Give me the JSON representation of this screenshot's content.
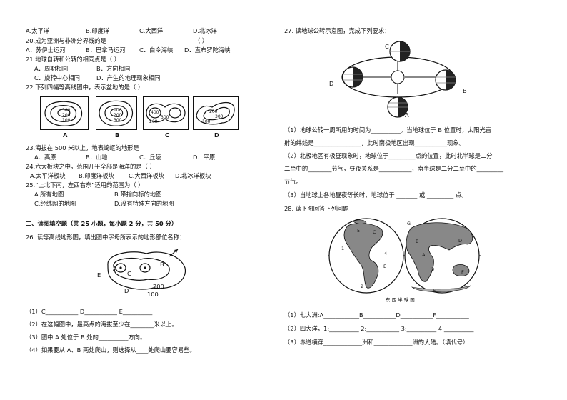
{
  "left": {
    "q19_options": [
      "A.太平洋",
      "B.印度洋",
      "C.大西洋",
      "D.北冰洋"
    ],
    "q20": {
      "stem": "20.成为亚洲与非洲分界线的是",
      "blank": "（        ）",
      "options": [
        "A．苏伊士运河",
        "B．巴拿马运河",
        "C．白令海峡",
        "D．直布罗陀海峡"
      ]
    },
    "q21": {
      "stem": "21.地球自转和公转的相同点是（     ）",
      "options": [
        "A．周期相同",
        "B．方向相同",
        "C．旋转中心相同",
        "D．产生的地理现象相同"
      ]
    },
    "q22": {
      "stem": "22.下列四幅等高线图中，表示盆地的是（     ）",
      "maps": [
        {
          "letter": "A",
          "labels": [
            "300",
            "200",
            "100"
          ]
        },
        {
          "letter": "B",
          "labels": [
            "100",
            "200",
            "300"
          ]
        },
        {
          "letter": "C",
          "labels": [
            "400",
            "300",
            "200"
          ]
        },
        {
          "letter": "D",
          "labels": [
            "200",
            "300",
            "100"
          ]
        }
      ]
    },
    "q23": {
      "stem": "23.海拔在 500 米以上，地表崎岖的地形是",
      "options": [
        "A．高原",
        "B．山地",
        "C．丘陵",
        "D．平原"
      ]
    },
    "q24": {
      "stem": "24.六大板块之中，范围几乎全部是海洋的是（       ）",
      "options": [
        "A.太平洋板块",
        "B.印度洋板块",
        "C.大西洋板块",
        "D.北冰洋板块"
      ]
    },
    "q25": {
      "stem": "25.“上北下南，左西右东”适用的范围为（     ）",
      "options": [
        "A.所有地图",
        "B.带指向标的地图",
        "C.经纬网的地图",
        "D.没有特殊方向的地图"
      ]
    },
    "section2": "二、读图填空题（共 25 小题，每小题 2 分，共 50 分）",
    "q26": {
      "stem": "26.  读等高线地形图，填出图中字母所表示的地形部位名称：",
      "map_labels": [
        "A",
        "B",
        "C",
        "D",
        "E",
        "200",
        "100"
      ],
      "a1": "（1）C___________  D___________  E__________",
      "a2": "（2）在这幅图中，最高点的海拔至少在________米以上。",
      "a3": "（3）图中 A 处位于 B 处的__________方向。",
      "a4": "（4）如果要从 A、B 两处爬山，则选择从____处爬山要容易些。"
    }
  },
  "right": {
    "q27": {
      "stem": "27.   读地球公转示意图，完成下列要求：",
      "orbit_labels": [
        "A",
        "B",
        "C",
        "D"
      ],
      "a1": "（1）地球公转一周所用的时间为__________。当地球位于 B 位置时，太阳光直",
      "a1b": "射的纬线是________________，此时南极地区出现___________现象。",
      "a2": "（2）北极地区有极昼现象时，地球位于_________点的位置，此时北半球是二分",
      "a2b": "二至中的________节气，昼夜关系是___________，南半球是二分二至中的_________",
      "a2c": "节气。",
      "a3": "（3）当地球上各地昼夜等长时，地球位于 _______ 或 _________ 点。"
    },
    "q28": {
      "stem": "28.  读下图回答下列问题",
      "map_caption": "东 西 半 球 图",
      "map_labels": [
        "1",
        "2",
        "3",
        "4",
        "5",
        "6",
        "A",
        "B",
        "C",
        "D",
        "E",
        "F",
        "G"
      ],
      "a1": "（1）七大洲:A____________B___________D___________F___________",
      "a2": "（2）四大洋，1:__________  2:___________  3:__________  4:__________",
      "a3": "（3）赤道横穿_____________洲和_____________洲的大陆。（填代号）"
    }
  }
}
